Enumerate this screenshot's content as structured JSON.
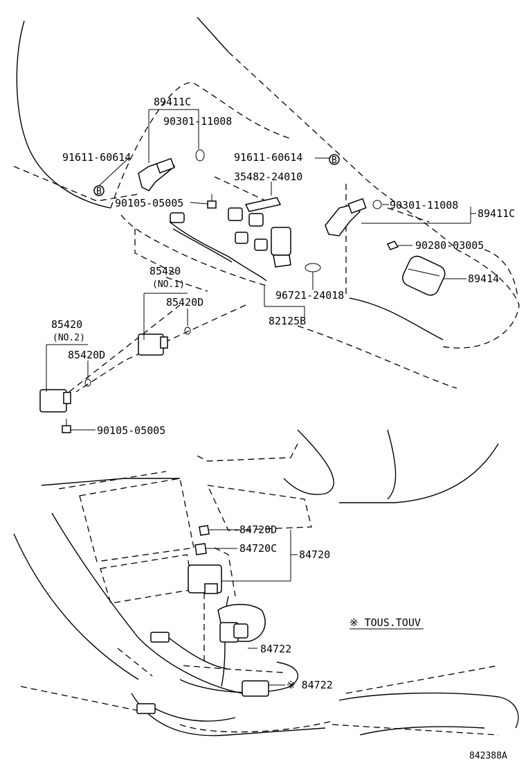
{
  "labels": {
    "p89411c_top": "89411C",
    "p90301_top": "90301-11008",
    "p91611_left": "91611-60614",
    "p91611_right": "91611-60614",
    "p35482": "35482-24010",
    "p90105_top": "90105-05005",
    "p90301_right": "90301-11008",
    "p89411c_right": "89411C",
    "p90280": "90280-03005",
    "p89414": "89414",
    "p85420_no1": "85420",
    "no1": "(NO.1)",
    "p85420d_1": "85420D",
    "p96721": "96721-24018",
    "p82125b": "82125B",
    "p85420_no2": "85420",
    "no2": "(NO.2)",
    "p85420d_2": "85420D",
    "p90105_bottom": "90105-05005",
    "p84720d": "84720D",
    "p84720c": "84720C",
    "p84720": "84720",
    "note": "※ TOUS.TOUV",
    "p84722": "84722",
    "p84722_star": "※ 84722",
    "b_mark": "B",
    "diagram_id": "842388A"
  }
}
